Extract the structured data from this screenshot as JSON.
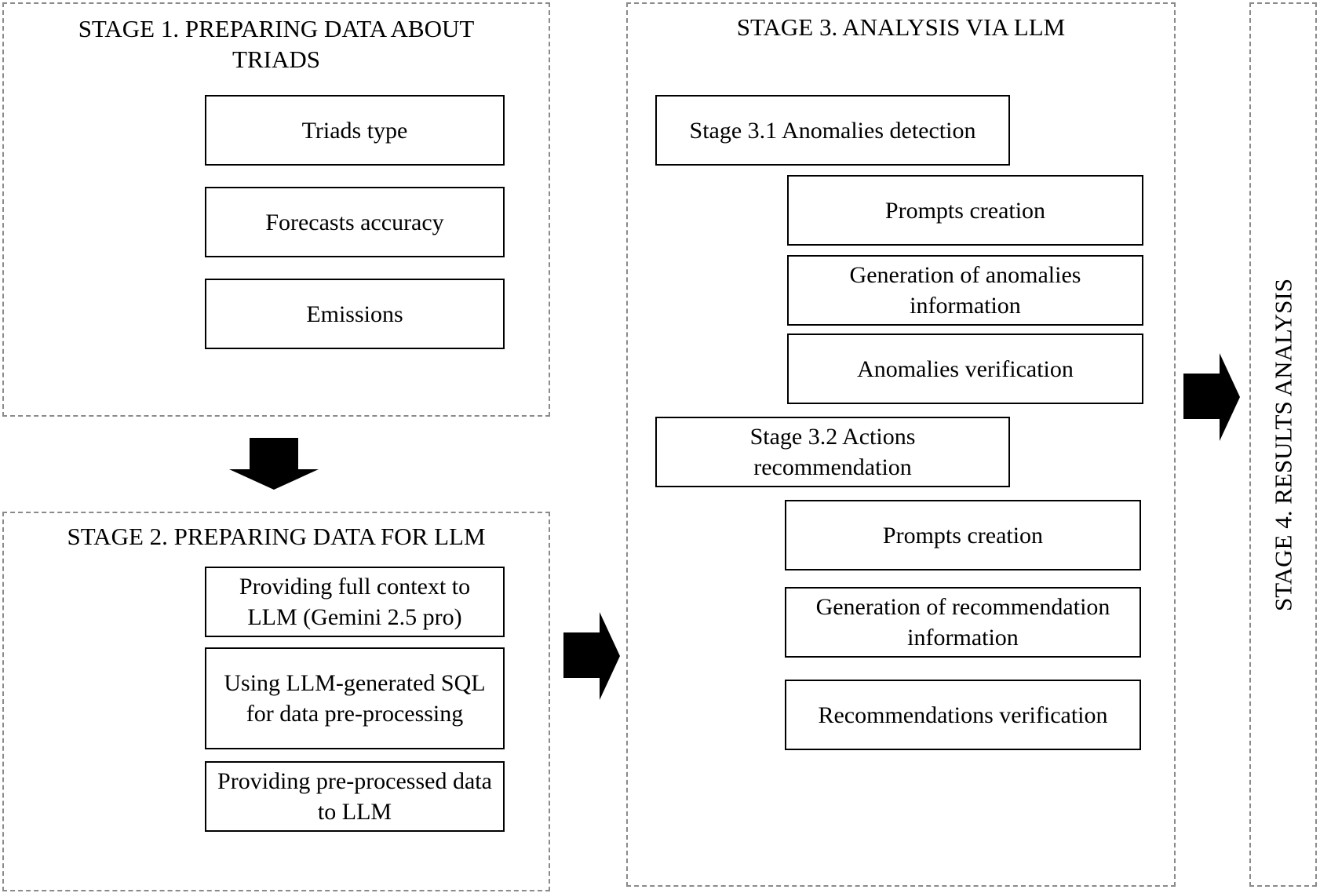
{
  "stage1": {
    "title": "STAGE 1. PREPARING DATA ABOUT TRIADS",
    "items": [
      "Triads type",
      "Forecasts accuracy",
      "Emissions"
    ]
  },
  "stage2": {
    "title": "STAGE 2. PREPARING DATA FOR LLM",
    "items": [
      "Providing full context to LLM (Gemini 2.5 pro)",
      "Using LLM-generated SQL for data pre-processing",
      "Providing pre-processed data to LLM"
    ]
  },
  "stage3": {
    "title": "STAGE 3. ANALYSIS VIA LLM",
    "sub1": {
      "title": "Stage 3.1 Anomalies detection",
      "items": [
        "Prompts creation",
        "Generation of anomalies information",
        "Anomalies verification"
      ]
    },
    "sub2": {
      "title": "Stage 3.2 Actions recommendation",
      "items": [
        "Prompts creation",
        "Generation of recommendation information",
        "Recommendations verification"
      ]
    }
  },
  "stage4": {
    "title": "STAGE 4. RESULTS ANALYSIS"
  },
  "colors": {
    "border": "#000000",
    "dashed": "#8a8a8a",
    "arrow": "#000000"
  }
}
